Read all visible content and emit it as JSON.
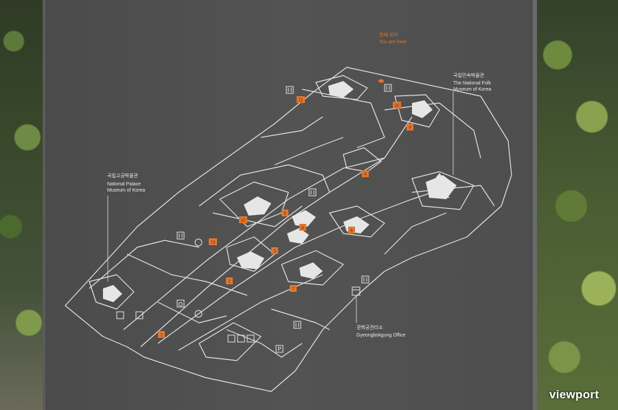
{
  "map": {
    "you_are_here_ko": "현재 위치",
    "you_are_here_en": "You are here",
    "accent_color": "#e3752c",
    "line_color": "#e6e6e6",
    "board_color": "#4e4f4e",
    "places": [
      {
        "id": "folk",
        "ko": "국립민속박물관",
        "en1": "The National Folk",
        "en2": "Museum of Korea"
      },
      {
        "id": "palace",
        "ko": "국립고궁박물관",
        "en1": "National Palace",
        "en2": "Museum of Korea"
      },
      {
        "id": "office",
        "ko": "경복궁관리소",
        "en1": "Gyeongbokgung Office"
      }
    ],
    "markers": [
      "1",
      "2",
      "3",
      "4",
      "5",
      "6",
      "7",
      "8",
      "9",
      "10",
      "11",
      "12",
      "13"
    ],
    "icons": [
      "restroom-icon",
      "restroom-icon",
      "restroom-icon",
      "restroom-icon",
      "restroom-icon",
      "restroom-icon",
      "parking-icon",
      "accessible-icon",
      "info-icon",
      "phone-icon",
      "locker-icon",
      "stroller-icon"
    ]
  },
  "watermark": "viewport"
}
